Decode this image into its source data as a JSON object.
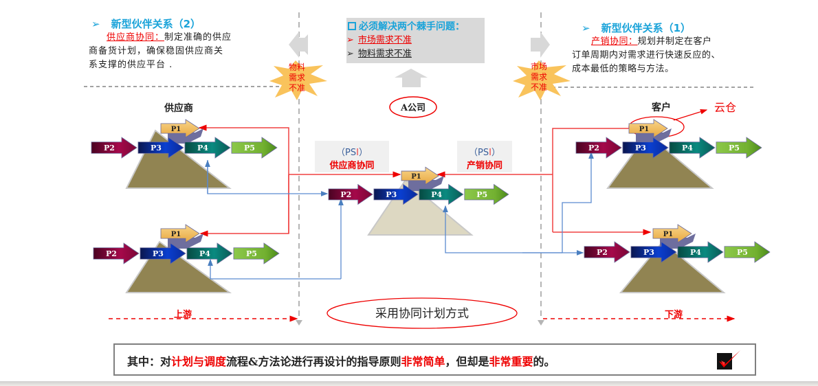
{
  "left_note": {
    "bullet": "➢",
    "title": "新型伙伴关系（2）",
    "highlight": "供应商协同：",
    "body_line1": "制定准确的供应",
    "body_line2": "商备货计划，确保稳固供应商关",
    "body_line3": "系支撑的供应平台 ."
  },
  "right_note": {
    "bullet": "➢",
    "title": "新型伙伴关系（1）",
    "highlight": "产销协同：",
    "body_line1": "规划并制定在客户",
    "body_line2": "订单周期内对需求进行快速反应的、",
    "body_line3": "成本最低的策略与方法。"
  },
  "center_box": {
    "title": "必须解决两个棘手问题：",
    "items": [
      {
        "bullet": "➢",
        "text": "市场需求不准",
        "color": "#e00000"
      },
      {
        "bullet": "➢",
        "text": "物料需求不准",
        "color": "#222222"
      }
    ]
  },
  "bursts": {
    "left": [
      "物料",
      "需求",
      "不准"
    ],
    "right": [
      "市场",
      "需求",
      "不准"
    ]
  },
  "columns": {
    "supplier": "供应商",
    "company": "A公司",
    "customer": "客户",
    "cloud_warehouse": "云仓"
  },
  "psi_boxes": [
    {
      "psi_prefix": "（PS",
      "psi_i": "I",
      "psi_suffix": "）",
      "title": "供应商协同"
    },
    {
      "psi_prefix": "（PS",
      "psi_i": "I",
      "psi_suffix": "）",
      "title": "产销协同"
    }
  ],
  "process_steps": [
    "P1",
    "P2",
    "P3",
    "P4",
    "P5"
  ],
  "step_colors": {
    "P1": "#f2c063",
    "P2": "#8b0a3c",
    "P3": "#0a2a9a",
    "P4": "#0a6e66",
    "P5": "#7ab83a"
  },
  "flow_labels": {
    "upstream": "上游",
    "downstream": "下游",
    "method": "采用协同计划方式"
  },
  "footer": {
    "seg1": "其中：对",
    "seg2": "计划与调度",
    "seg3": "流程&方法论进行再设计的指导原则",
    "seg4": "非常简单",
    "seg5": "，但却是",
    "seg6": "非常重要",
    "seg7": "的。"
  }
}
